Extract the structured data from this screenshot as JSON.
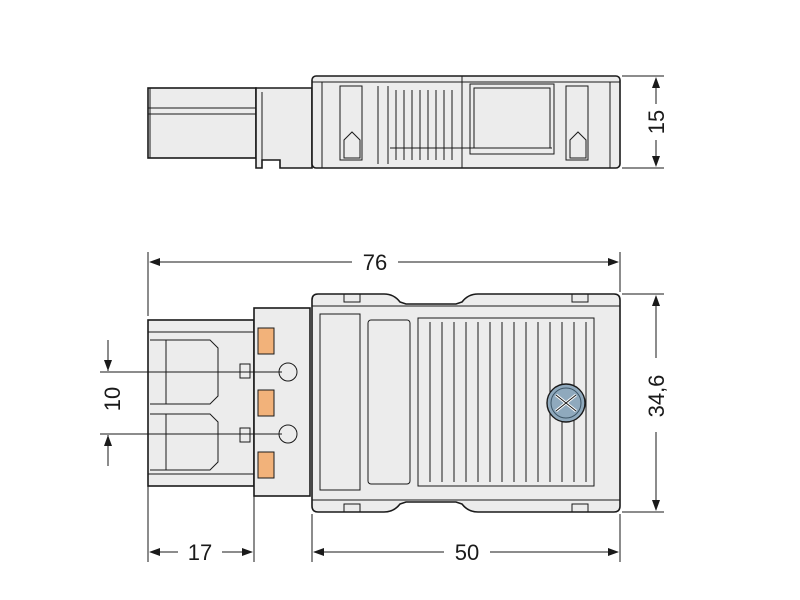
{
  "dimensions": {
    "side_height": "15",
    "overall_length": "76",
    "width": "34,6",
    "pitch": "10",
    "plug_length": "17",
    "housing_length": "50"
  },
  "colors": {
    "line": "#1a1a1a",
    "housing_fill": "#ececec",
    "contact_fill": "#f2b27a",
    "screw_fill": "#8fa9bd"
  }
}
